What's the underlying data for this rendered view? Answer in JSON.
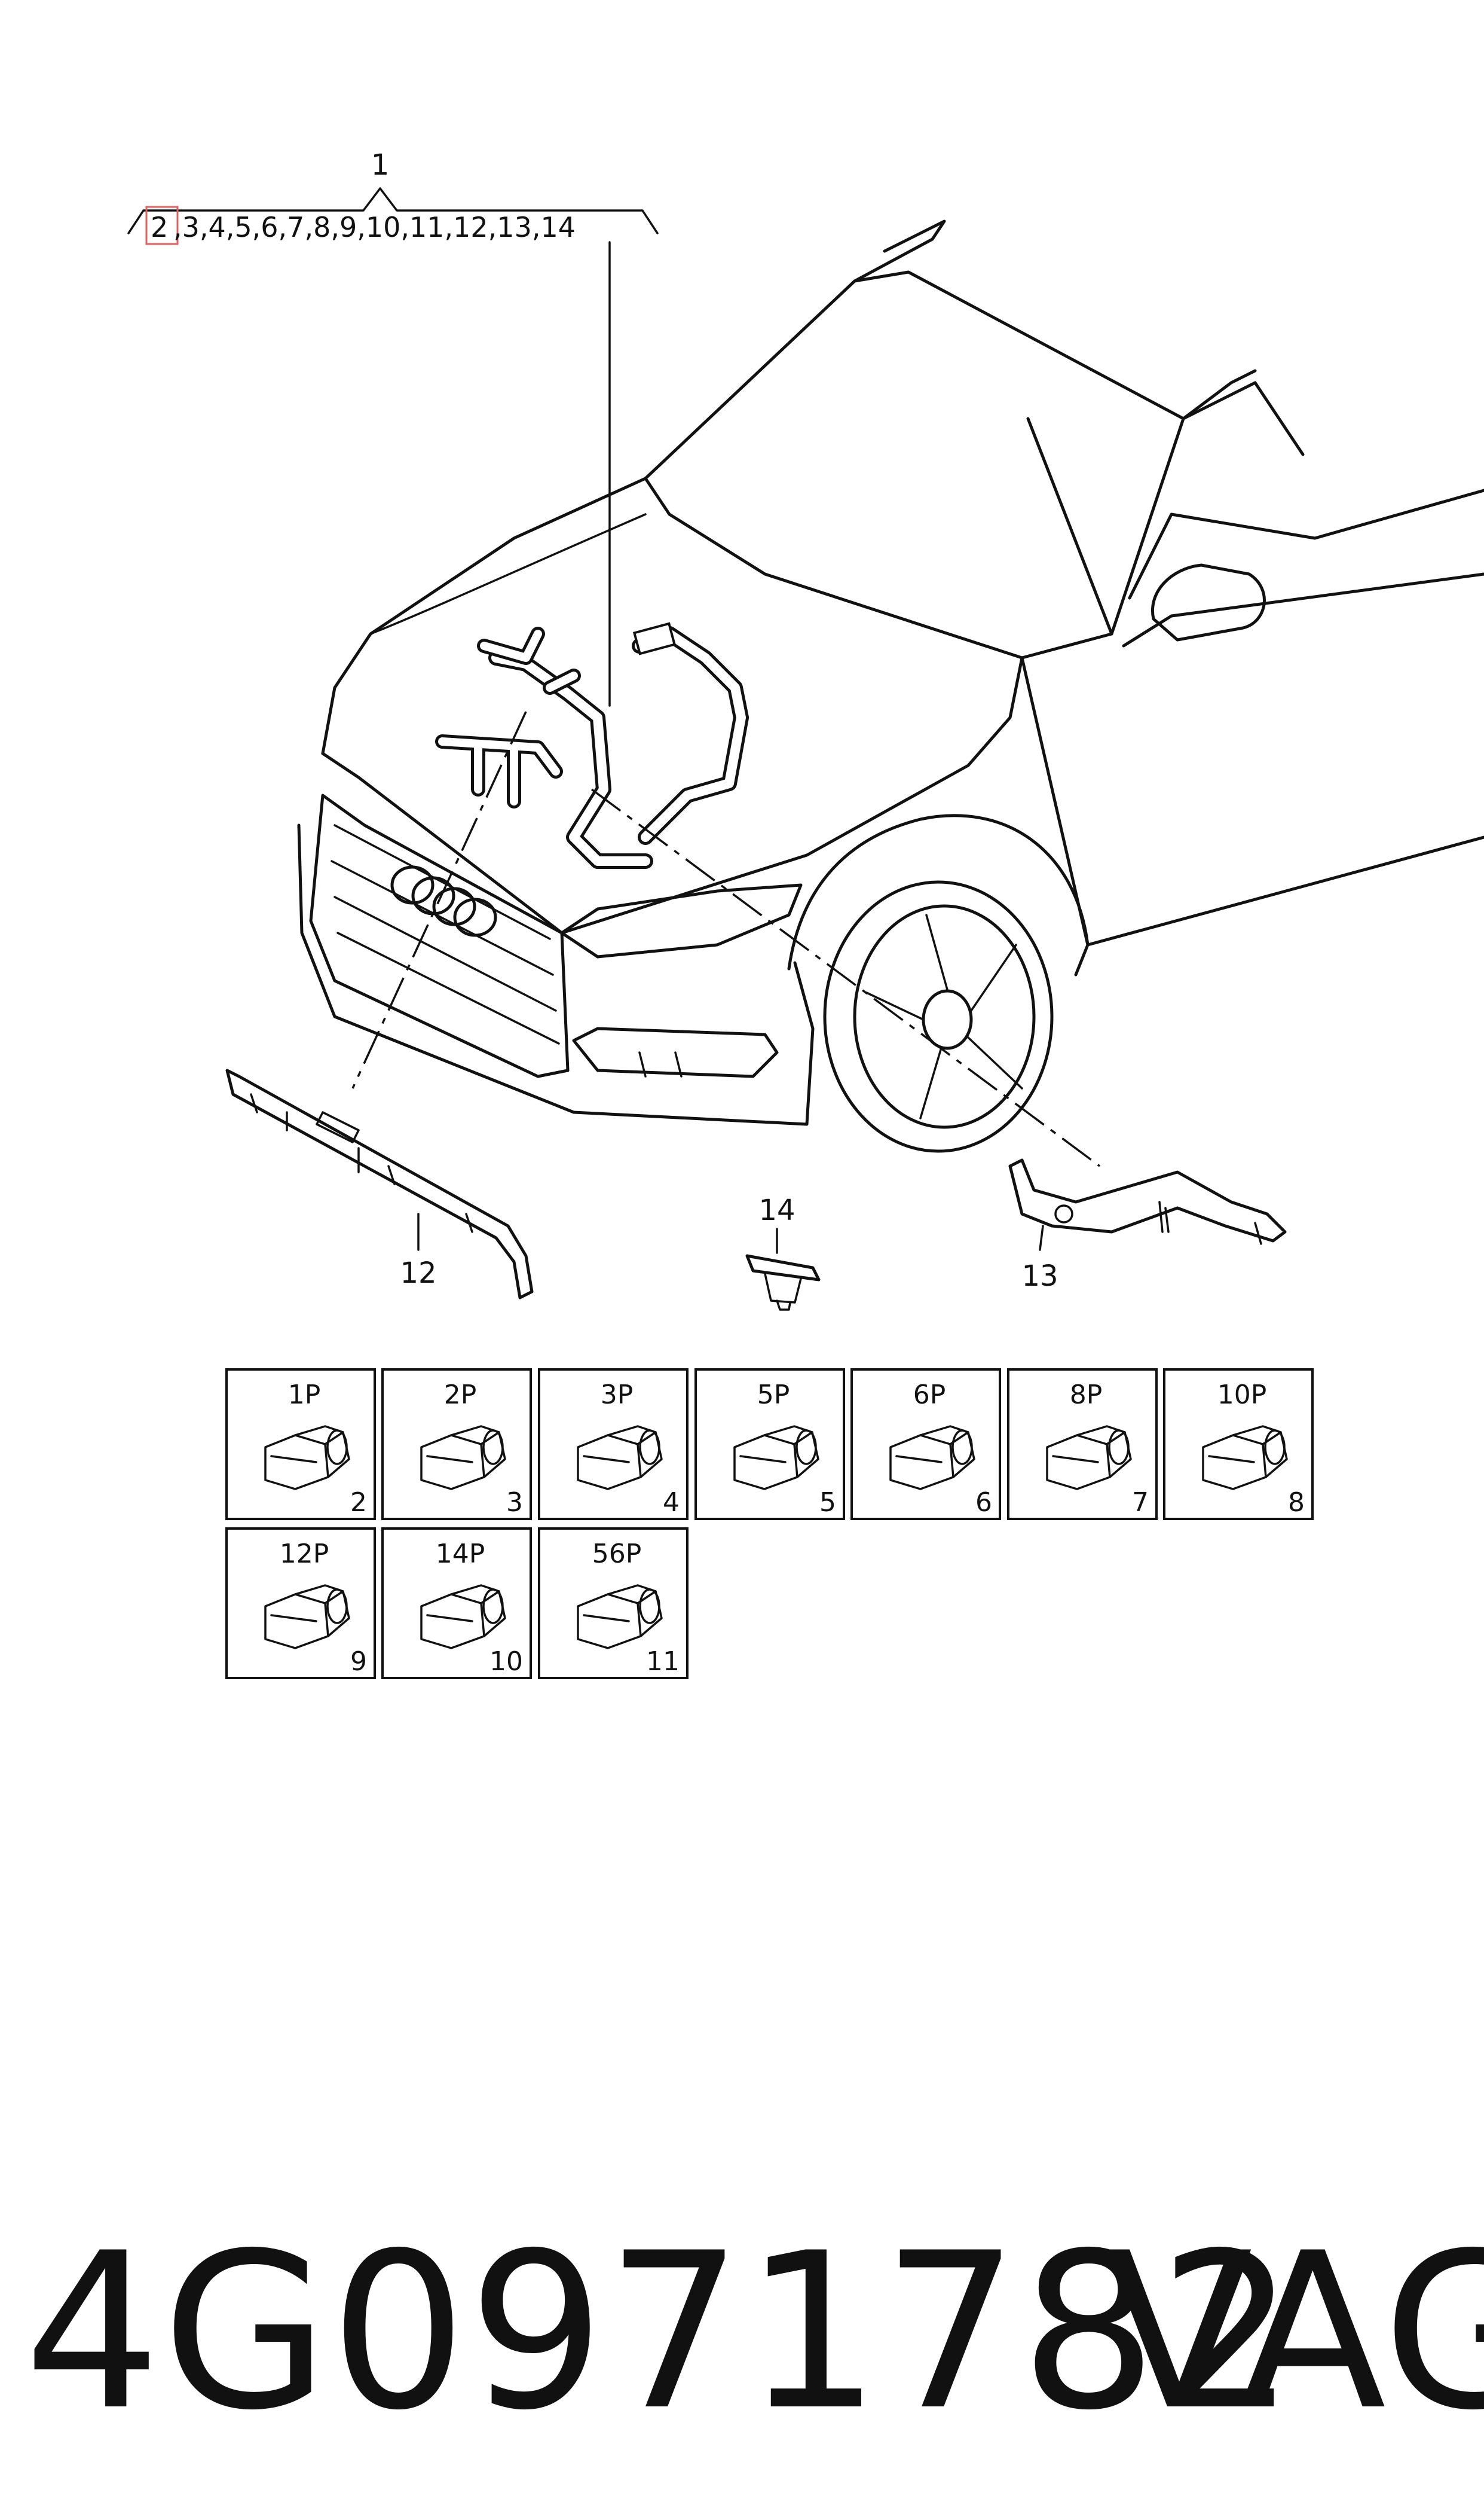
{
  "diagram": {
    "main_callout": "1",
    "highlighted_item": "2",
    "sub_items_text": ",3,4,5,6,7,8,9,10,11,12,13,14",
    "callouts": [
      "12",
      "13",
      "14"
    ]
  },
  "connectors": [
    {
      "label": "1P",
      "item": "2"
    },
    {
      "label": "2P",
      "item": "3"
    },
    {
      "label": "3P",
      "item": "4"
    },
    {
      "label": "5P",
      "item": "5"
    },
    {
      "label": "6P",
      "item": "6"
    },
    {
      "label": "8P",
      "item": "7"
    },
    {
      "label": "10P",
      "item": "8"
    },
    {
      "label": "12P",
      "item": "9"
    },
    {
      "label": "14P",
      "item": "10"
    },
    {
      "label": "56P",
      "item": "11"
    }
  ],
  "footer": {
    "part_number": "4G0971782",
    "brand": "VAG"
  },
  "colors": {
    "line": "#111111",
    "highlight_box": "#e06060"
  }
}
